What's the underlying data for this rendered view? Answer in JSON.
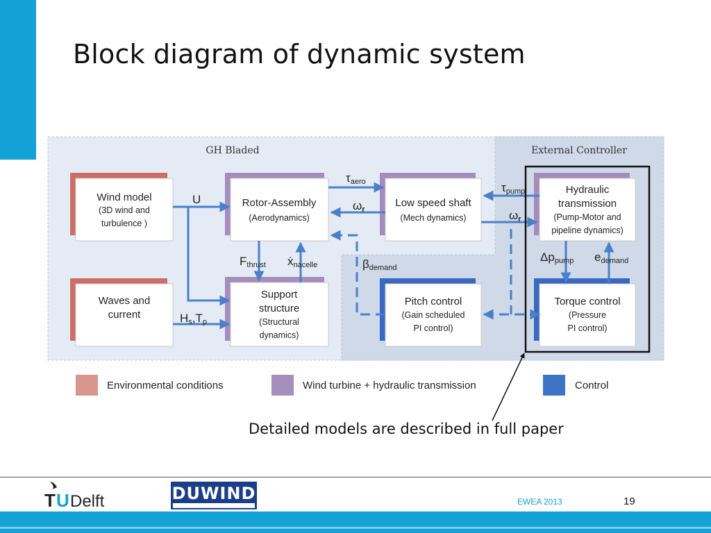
{
  "slide": {
    "title": "Block diagram of dynamic system",
    "note": "Detailed models are described in full paper",
    "footer_event": "EWEA 2013",
    "page_number": "19"
  },
  "diagram": {
    "region_bladed": "GH Bladed",
    "region_controller": "External Controller",
    "blocks": {
      "wind_model": [
        "Wind model",
        "(3D wind and",
        "turbulence )"
      ],
      "waves": [
        "Waves and",
        "current"
      ],
      "rotor": [
        "Rotor-Assembly",
        "(Aerodynamics)"
      ],
      "support": [
        "Support",
        "structure",
        "(Structural",
        "dynamics)"
      ],
      "shaft": [
        "Low speed shaft",
        "(Mech dynamics)"
      ],
      "pitch": [
        "Pitch control",
        "(Gain scheduled",
        "PI control)"
      ],
      "hydraulic": [
        "Hydraulic",
        "transmission",
        "(Pump-Motor and",
        "pipeline dynamics)"
      ],
      "torque": [
        "Torque control",
        "(Pressure",
        "PI control)"
      ]
    },
    "signals": {
      "U": "U",
      "tau_aero": "τ",
      "tau_aero_sub": "aero",
      "omega_r": "ω",
      "omega_r_sub": "r",
      "tau_pump": "τ",
      "tau_pump_sub": "pump",
      "omega_r2": "ω",
      "omega_r2_sub": "r",
      "F_thrust": "F",
      "F_thrust_sub": "thrust",
      "x_nacelle": "ẋ",
      "x_nacelle_sub": "nacelle",
      "beta_demand": "β",
      "beta_demand_sub": "demand",
      "dp_pump": "Δp",
      "dp_pump_sub": "pump",
      "e_demand": "e",
      "e_demand_sub": "demand",
      "Hs": "H",
      "Hs_sub": "s",
      "comma": ",",
      "Tp": "T",
      "Tp_sub": "p"
    },
    "legend": [
      {
        "label": "Environmental conditions",
        "color": "#d9968f"
      },
      {
        "label": "Wind turbine + hydraulic transmission",
        "color": "#a58fbd"
      },
      {
        "label": "Control",
        "color": "#3f73c7"
      }
    ],
    "colors": {
      "env": "#cd6e66",
      "turbine": "#a48cbd",
      "control": "#3968c2",
      "arrow": "#4a7fc9",
      "bladed_bg": "#e4ebf5",
      "controller_bg": "#cfd9e8"
    }
  }
}
